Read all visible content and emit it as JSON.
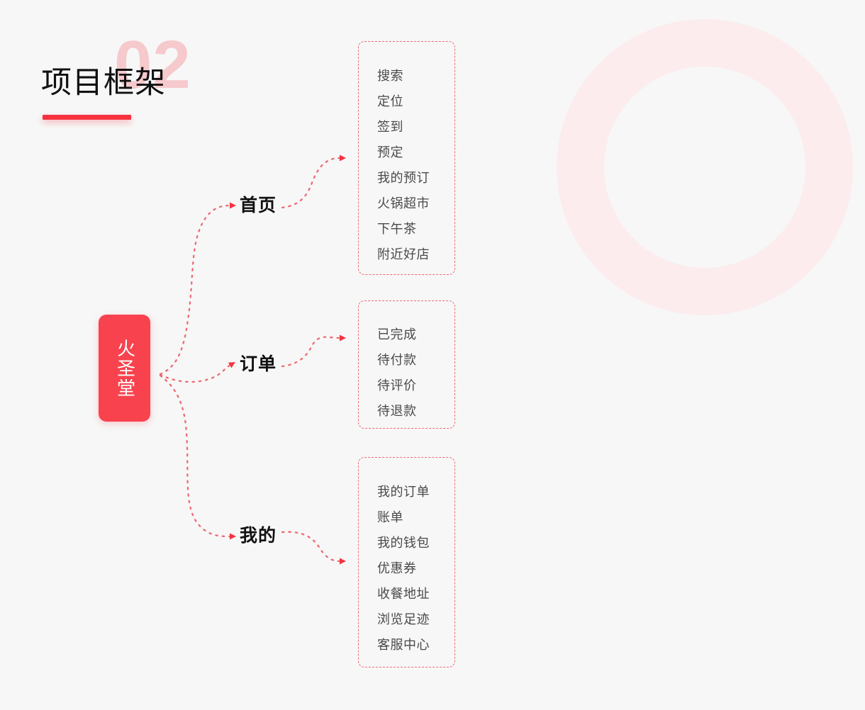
{
  "page": {
    "background_color": "#f7f7f7",
    "accent_color": "#f5333f",
    "accent_soft_color": "#f6c9cc",
    "ring_color": "#fcecee",
    "dotted_line_color": "#ed6b74",
    "leaf_text_color": "#4a4a4a"
  },
  "heading": {
    "number": "02",
    "title": "项目框架"
  },
  "root": {
    "label": "火圣堂"
  },
  "branches": [
    {
      "id": "home",
      "label": "首页",
      "items": [
        "搜索",
        "定位",
        "签到",
        "预定",
        "我的预订",
        "火锅超市",
        "下午茶",
        "附近好店"
      ]
    },
    {
      "id": "orders",
      "label": "订单",
      "items": [
        "已完成",
        "待付款",
        "待评价",
        "待退款"
      ]
    },
    {
      "id": "mine",
      "label": "我的",
      "items": [
        "我的订单",
        "账单",
        "我的钱包",
        "优惠券",
        "收餐地址",
        "浏览足迹",
        "客服中心"
      ]
    }
  ]
}
